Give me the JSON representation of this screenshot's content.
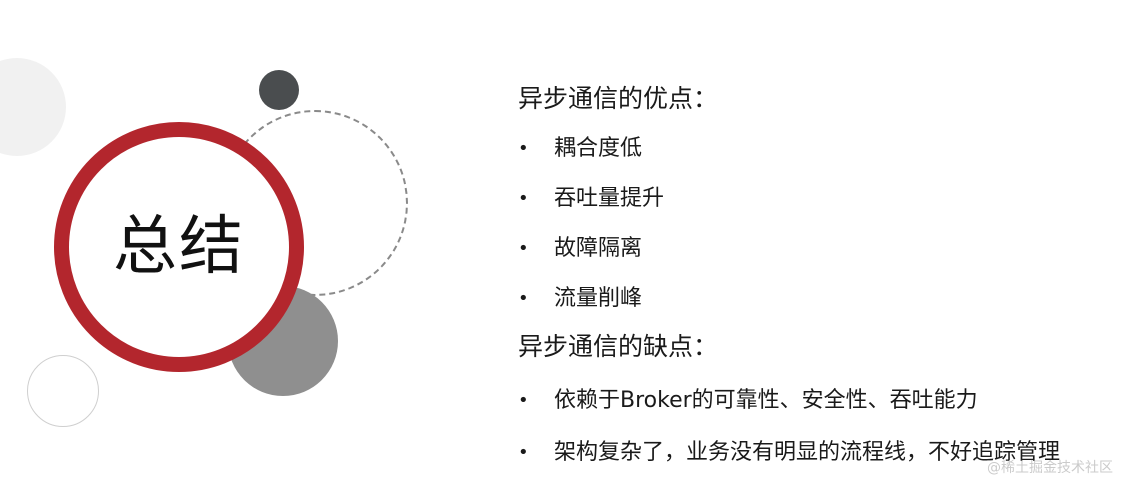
{
  "slide": {
    "title": "总结",
    "advantages_heading": "异步通信的优点：",
    "advantages": [
      "耦合度低",
      "吞吐量提升",
      "故障隔离",
      "流量削峰"
    ],
    "disadvantages_heading": "异步通信的缺点：",
    "disadvantages": [
      "依赖于Broker的可靠性、安全性、吞吐能力",
      "架构复杂了，业务没有明显的流程线，不好追踪管理"
    ]
  },
  "watermark": "@稀土掘金技术社区",
  "colors": {
    "accent_red": "#b3262d",
    "dark_circle": "#4a4d4f",
    "gray_circle": "#8f8f8f"
  }
}
